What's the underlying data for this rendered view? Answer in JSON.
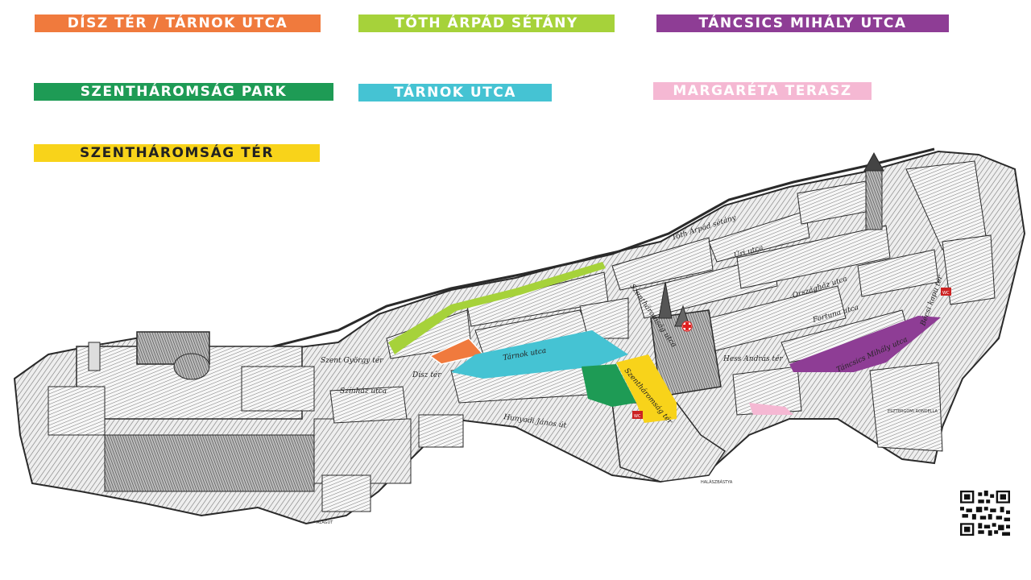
{
  "legend": [
    {
      "id": "disz-ter",
      "label": "DÍSZ TÉR / TÁRNOK UTCA",
      "bg": "#f07a3d",
      "fg": "#ffffff"
    },
    {
      "id": "toth-arpad",
      "label": "TÓTH ÁRPÁD SÉTÁNY",
      "bg": "#a6d23a",
      "fg": "#ffffff"
    },
    {
      "id": "tancsics",
      "label": "TÁNCSICS MIHÁLY UTCA",
      "bg": "#8e3d95",
      "fg": "#ffffff"
    },
    {
      "id": "szentharomsag-park",
      "label": "SZENTHÁROMSÁG PARK",
      "bg": "#1e9b55",
      "fg": "#ffffff"
    },
    {
      "id": "tarnok-utca",
      "label": "TÁRNOK UTCA",
      "bg": "#45c3d3",
      "fg": "#ffffff"
    },
    {
      "id": "margareta",
      "label": "MARGARÉTA TERASZ",
      "bg": "#f5b8d3",
      "fg": "#ffffff"
    },
    {
      "id": "szentharomsag-ter",
      "label": "SZENTHÁROMSÁG TÉR",
      "bg": "#f8d31a",
      "fg": "#222222"
    }
  ],
  "map": {
    "streets": {
      "toth_arpad": "Tóth Árpád sétány",
      "uri": "Úri utca",
      "orszaghaz": "Országház utca",
      "fortuna": "Fortuna utca",
      "tancsics": "Táncsics Mihály utca",
      "tarnok": "Tárnok utca",
      "szentharomsag_ter": "Szentháromság tér",
      "disz_ter": "Dísz tér",
      "hunyadi": "Hunyadi János út",
      "szent_gyorgy": "Szent György tér",
      "hess_andras": "Hess András tér",
      "becsi_kapu": "Bécsi kapu tér",
      "szinhaz": "Színház utca",
      "szentharomsag_utca": "Szentháromság utca"
    },
    "small_labels": {
      "alagut": "ALAGÚT",
      "halaszbastya": "HALÁSZBÁSTYA",
      "esztergomi": "ESZTERGOMI RONDELLA",
      "wc1": "WC",
      "wc2": "WC"
    },
    "colors": {
      "ink": "#2a2a2a",
      "building": "#f4f4f4",
      "hatch": "#6a6a6a",
      "cross": "#e02020"
    }
  }
}
